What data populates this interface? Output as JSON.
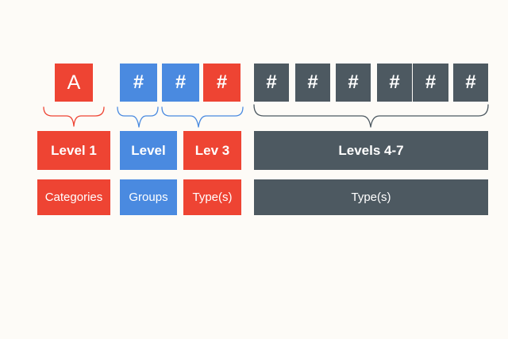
{
  "colors": {
    "red": "#ee4433",
    "blue": "#4a8ae0",
    "dark": "#4d5961",
    "background": "#fdfbf7"
  },
  "top_row": {
    "letter": "A",
    "group": [
      "#",
      "#"
    ],
    "type": "#",
    "levels_4_7": [
      "#",
      "#",
      "#",
      "#",
      "#",
      "#"
    ]
  },
  "level_row": {
    "level1": "Level 1",
    "level2": "Level",
    "level3": "Lev 3",
    "levels4_7": "Levels 4-7"
  },
  "desc_row": {
    "categories": "Categories",
    "groups": "Groups",
    "types": "Type(s)",
    "types_4_7": "Type(s)"
  }
}
